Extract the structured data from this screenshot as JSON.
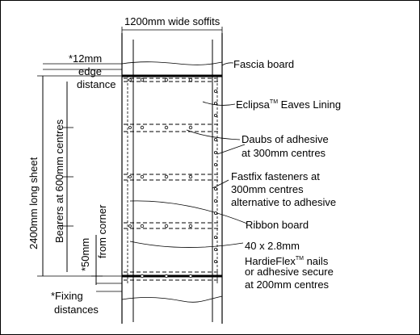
{
  "labels": {
    "soffit_width": "1200mm wide soffits",
    "edge_star": "*12mm",
    "edge_line2": "edge",
    "edge_line3": "distance",
    "fascia": "Fascia board",
    "eclipsa_name": "Eclipsa",
    "eclipsa_tm": "TM",
    "eclipsa_rest": " Eaves Lining",
    "daubs_1": "Daubs of adhesive",
    "daubs_2": "at 300mm centres",
    "fastfix_1": "Fastfix fasteners at",
    "fastfix_2": "300mm centres",
    "fastfix_3": "alternative to adhesive",
    "ribbon": "Ribbon board",
    "nails_1": "40 x 2.8mm",
    "nails_2a": "HardieFlex",
    "nails_tm": "TM",
    "nails_2b": " nails",
    "nails_3": "or adhesive secure",
    "nails_4": "at 200mm centres",
    "fixing_1": "*Fixing",
    "fixing_2": "distances",
    "sheet_length": "2400mm long sheet",
    "bearers": "Bearers at 600mm centres",
    "corner_1": "*50mm",
    "corner_2": "from corner"
  }
}
